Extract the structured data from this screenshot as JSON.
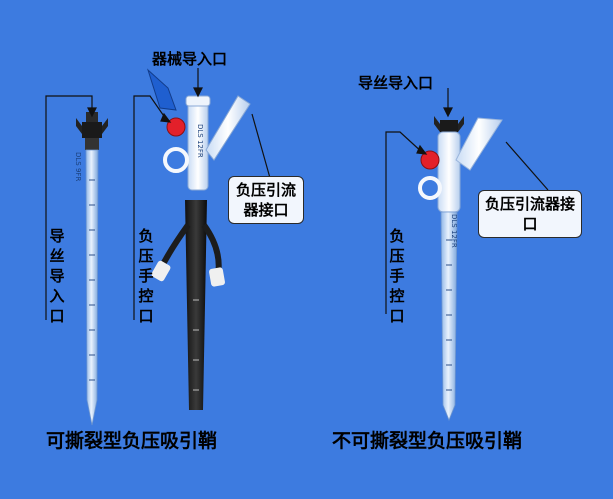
{
  "left": {
    "device_inlet": "器械导入口",
    "guidewire_inlet": "导丝导入口",
    "manual_suction": "负压手控口",
    "drainage_port": "负压引流器接口",
    "caption": "可撕裂型负压吸引鞘",
    "printed_brand_sheath": "DLS 9FR",
    "printed_brand_hub": "DLS 12FR"
  },
  "right": {
    "guidewire_inlet": "导丝导入口",
    "manual_suction": "负压手控口",
    "drainage_port": "负压引流器接口",
    "caption": "不可撕裂型负压吸引鞘",
    "printed_brand": "DLS 12FR"
  },
  "colors": {
    "background": "#3d7be0",
    "red_cap": "#e3202a",
    "blue_tab": "#1f5fd0",
    "black_tube": "#1a1a1a"
  }
}
